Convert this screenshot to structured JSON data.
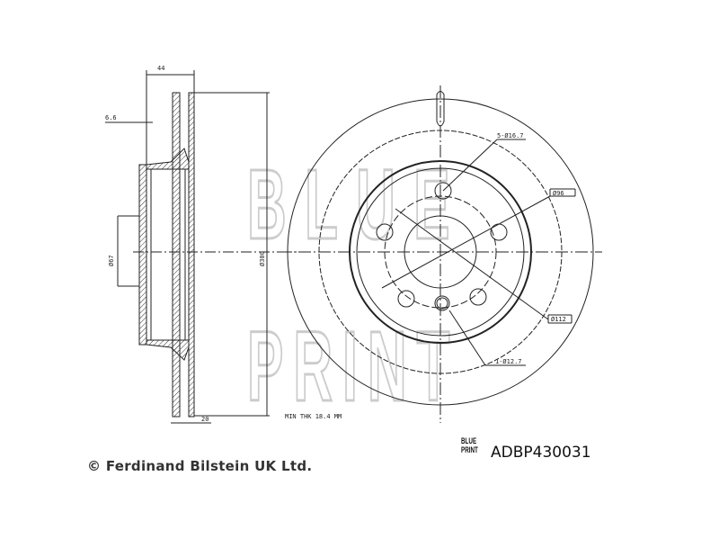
{
  "drawing": {
    "dims": {
      "width_total": "44",
      "offset": "6.6",
      "center_bore": "Ø67",
      "outer_diameter": "Ø300",
      "thickness": "20",
      "min_thickness": "MIN THK 18.4 MM",
      "bolt_holes": "5-Ø16.7",
      "pilot": "Ø96",
      "pcd": "Ø112",
      "aux_hole": "1-Ø12.7"
    },
    "watermark": "BLUE PRINT"
  },
  "footer": {
    "copyright": "© Ferdinand Bilstein UK Ltd.",
    "logo_line1": "BLUE",
    "logo_line2": "PRINT",
    "part_number": "ADBP430031"
  }
}
